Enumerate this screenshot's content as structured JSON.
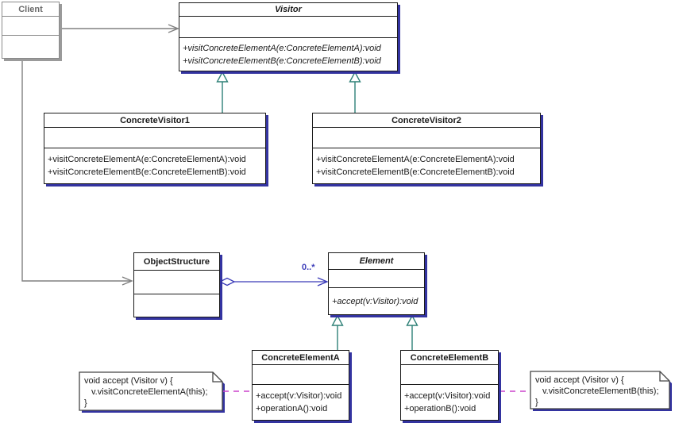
{
  "colors": {
    "navy": "#3333a0",
    "teal": "#2e8077",
    "blue": "#3a3ab8",
    "magenta": "#cc44cc",
    "gray": "#808080"
  },
  "classes": {
    "client": {
      "name": "Client"
    },
    "visitor": {
      "name": "Visitor",
      "methods": [
        "+visitConcreteElementA(e:ConcreteElementA):void",
        "+visitConcreteElementB(e:ConcreteElementB):void"
      ]
    },
    "concrete_visitor_1": {
      "name": "ConcreteVisitor1",
      "methods": [
        "+visitConcreteElementA(e:ConcreteElementA):void",
        "+visitConcreteElementB(e:ConcreteElementB):void"
      ]
    },
    "concrete_visitor_2": {
      "name": "ConcreteVisitor2",
      "methods": [
        "+visitConcreteElementA(e:ConcreteElementA):void",
        "+visitConcreteElementB(e:ConcreteElementB):void"
      ]
    },
    "object_structure": {
      "name": "ObjectStructure"
    },
    "element": {
      "name": "Element",
      "methods": [
        "+accept(v:Visitor):void"
      ]
    },
    "concrete_element_a": {
      "name": "ConcreteElementA",
      "methods": [
        "+accept(v:Visitor):void",
        "+operationA():void"
      ]
    },
    "concrete_element_b": {
      "name": "ConcreteElementB",
      "methods": [
        "+accept(v:Visitor):void",
        "+operationB():void"
      ]
    }
  },
  "notes": {
    "note_a": {
      "lines": [
        "void accept (Visitor v) {",
        "v.visitConcreteElementA(this);",
        "}"
      ]
    },
    "note_b": {
      "lines": [
        "void accept (Visitor v) {",
        "v.visitConcreteElementB(this);",
        "}"
      ]
    }
  },
  "labels": {
    "multiplicity": "0..*"
  }
}
